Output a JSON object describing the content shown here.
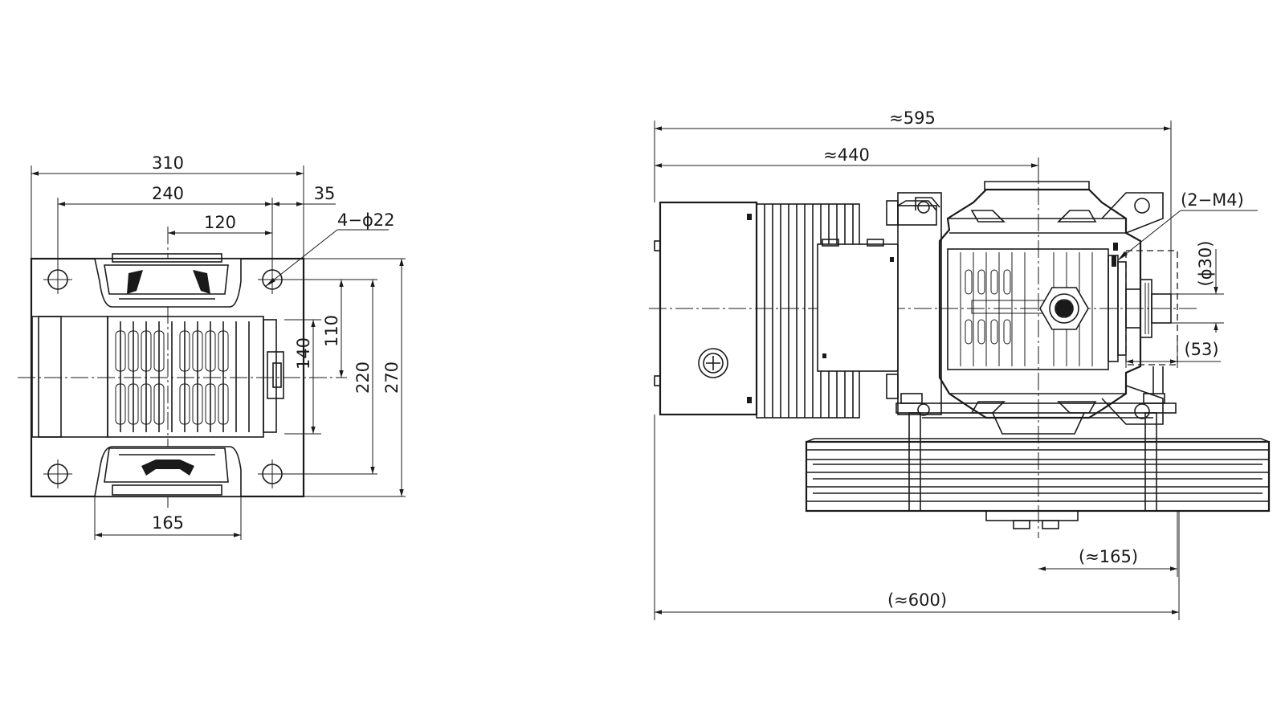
{
  "side_view": {
    "dimensions": {
      "overall_width": "310",
      "bolt_spacing_x": "240",
      "edge_offset": "35",
      "center_offset": "120",
      "bolt_holes": "4−ϕ22",
      "height_110": "110",
      "height_140": "140",
      "bolt_spacing_y": "220",
      "overall_height": "270",
      "bottom_width": "165"
    }
  },
  "front_view": {
    "dimensions": {
      "overall_length": "≈595",
      "body_length": "≈440",
      "screw_holes": "(2−M4)",
      "shaft_diameter": "(ϕ30)",
      "shaft_extension": "(53)",
      "sheave_offset": "(≈165)",
      "total_length": "(≈600)"
    }
  },
  "colors": {
    "line": "#1a1a1a",
    "background": "#ffffff"
  }
}
